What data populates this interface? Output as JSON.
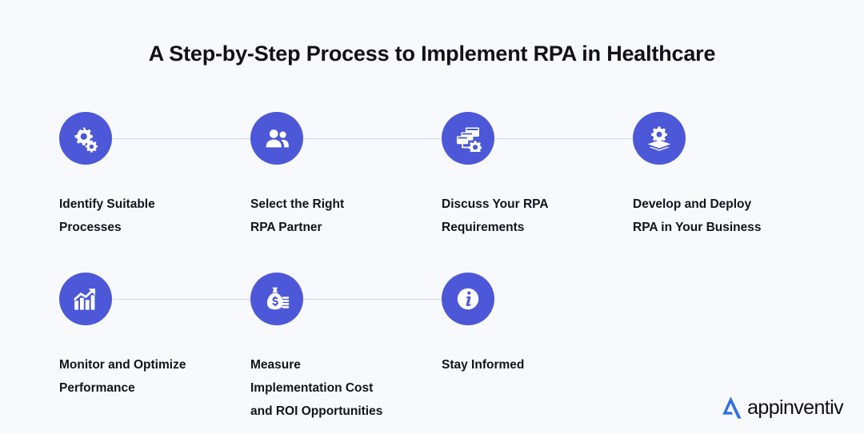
{
  "page": {
    "title": "A Step-by-Step Process to Implement RPA in Healthcare",
    "background_color": "#f8f9fd",
    "accent_color": "#4c58d8",
    "text_color": "#13131a",
    "connector_color": "#d3d6e4"
  },
  "rows": [
    {
      "steps": [
        {
          "icon": "gears-icon",
          "lines": [
            "Identify Suitable",
            "Processes"
          ],
          "has_connector": true
        },
        {
          "icon": "people-group-icon",
          "lines": [
            "Select the Right",
            "RPA Partner"
          ],
          "has_connector": true
        },
        {
          "icon": "windows-settings-icon",
          "lines": [
            "Discuss Your RPA",
            "Requirements"
          ],
          "has_connector": true
        },
        {
          "icon": "gear-layers-deploy-icon",
          "lines": [
            "Develop and Deploy",
            "RPA in Your Business"
          ],
          "has_connector": false
        }
      ]
    },
    {
      "steps": [
        {
          "icon": "bar-chart-growth-icon",
          "lines": [
            "Monitor and Optimize",
            "Performance"
          ],
          "has_connector": true
        },
        {
          "icon": "money-bag-coins-icon",
          "lines": [
            "Measure",
            "Implementation Cost",
            "and ROI Opportunities"
          ],
          "has_connector": true
        },
        {
          "icon": "info-icon",
          "lines": [
            "Stay Informed"
          ],
          "has_connector": false
        }
      ]
    }
  ],
  "logo": {
    "mark": "appinventiv-a-mark-icon",
    "text": "appinventiv",
    "mark_color": "#2f6fe4"
  }
}
